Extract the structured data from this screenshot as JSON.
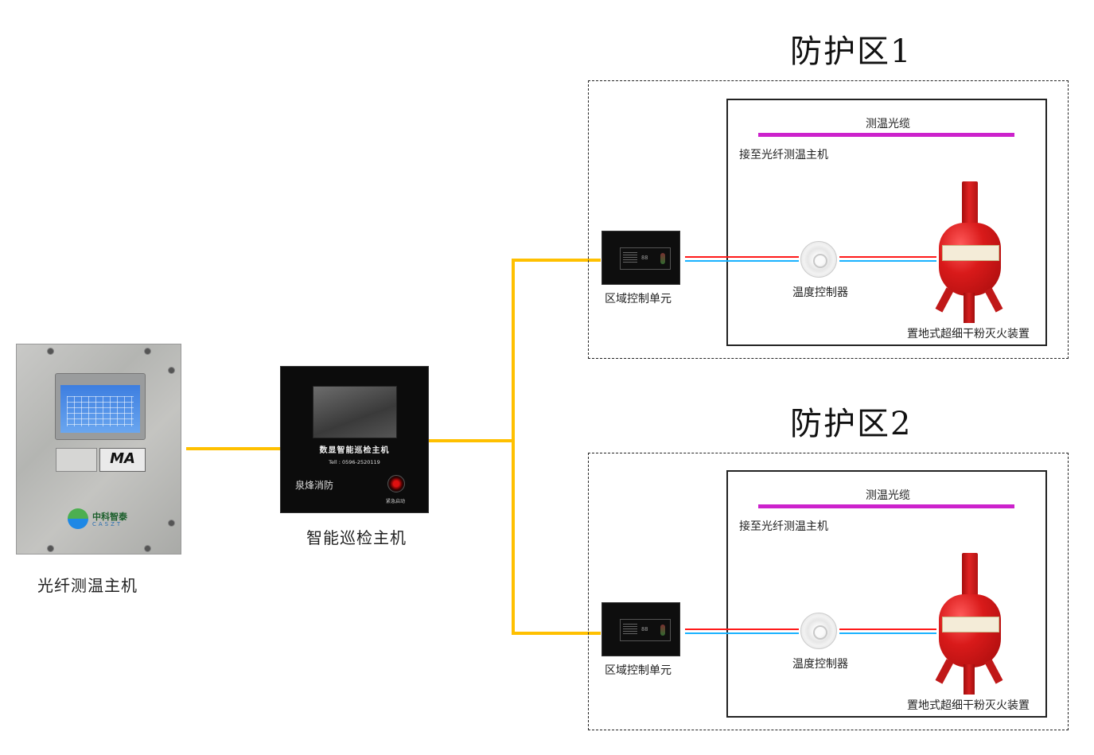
{
  "devices": {
    "fiber_host": {
      "label": "光纤测温主机",
      "nameplate_mark": "MA",
      "brand_cn": "中科智泰",
      "brand_en": "CASZT"
    },
    "patrol_host": {
      "label": "智能巡检主机",
      "panel_title": "数显智能巡检主机",
      "panel_tel": "Tell : 0596-2520119",
      "panel_brand": "泉烽消防",
      "emergency_button_label": "紧急启动"
    }
  },
  "zones": [
    {
      "title": "防护区1",
      "cable_label": "测温光缆",
      "cable_note": "接至光纤测温主机",
      "zone_control_unit_label": "区域控制单元",
      "zcu_display": "88",
      "temp_controller_label": "温度控制器",
      "extinguisher_label": "置地式超细干粉灭火装置"
    },
    {
      "title": "防护区2",
      "cable_label": "测温光缆",
      "cable_note": "接至光纤测温主机",
      "zone_control_unit_label": "区域控制单元",
      "zcu_display": "88",
      "temp_controller_label": "温度控制器",
      "extinguisher_label": "置地式超细干粉灭火装置"
    }
  ],
  "colors": {
    "bus_wire": "#ffc000",
    "fiber_cable": "#cc22cc",
    "signal_red": "#ff1a1a",
    "signal_blue": "#1ab2ff"
  }
}
